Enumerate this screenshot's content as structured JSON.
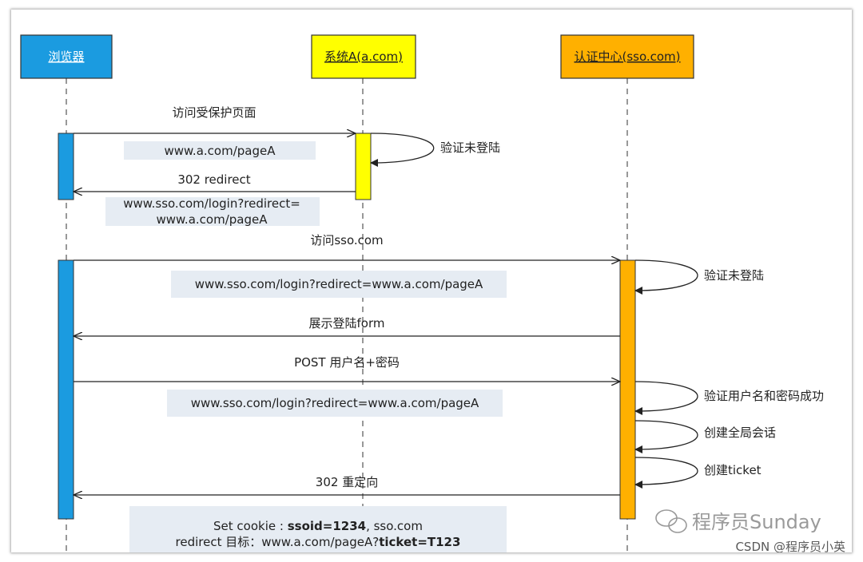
{
  "actors": {
    "browser": {
      "label": "浏览器",
      "color": "#1b9be0"
    },
    "system_a": {
      "label": "系统A(a.com)",
      "color": "#ffff00"
    },
    "sso": {
      "label": "认证中心(sso.com)",
      "color": "#ffb000"
    }
  },
  "messages": {
    "m1": "访问受保护页面",
    "m2": "302 redirect",
    "m3": "访问sso.com",
    "m4": "展示登陆form",
    "m5": "POST 用户名+密码",
    "m6": "302 重定向"
  },
  "boxes": {
    "b1": "www.a.com/pageA",
    "b2_line1": "www.sso.com/login?redirect=",
    "b2_line2": "www.a.com/pageA",
    "b3": "www.sso.com/login?redirect=www.a.com/pageA",
    "b4": "www.sso.com/login?redirect=www.a.com/pageA",
    "b5_line1_pre": "Set cookie : ",
    "b5_line1_bold": "ssoid=1234",
    "b5_line1_post": ", sso.com",
    "b5_line2_pre": "redirect 目标：www.a.com/pageA?",
    "b5_line2_bold": "ticket=T123"
  },
  "notes": {
    "n1": "验证未登陆",
    "n2": "验证未登陆",
    "n3": "验证用户名和密码成功",
    "n4": "创建全局会话",
    "n5": "创建ticket"
  },
  "watermark": {
    "text": "程序员Sunday",
    "csdn": "CSDN @程序员小英"
  }
}
